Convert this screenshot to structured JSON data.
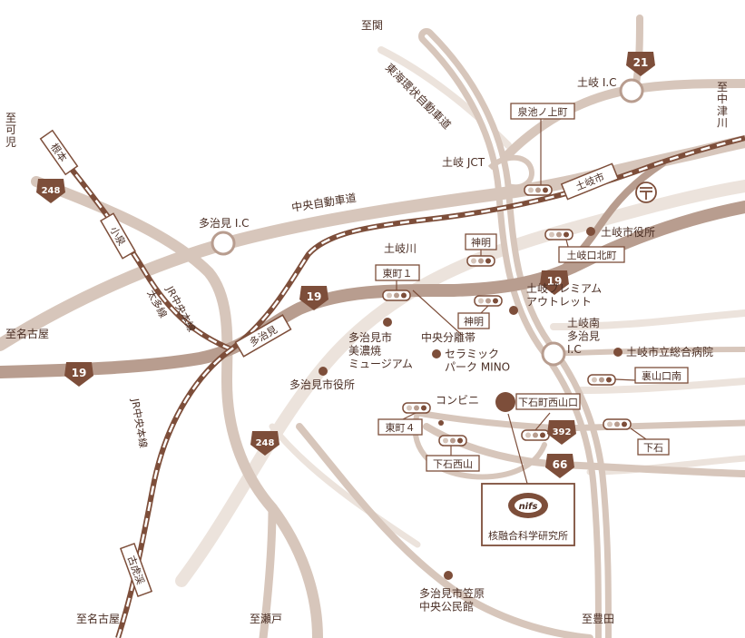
{
  "colors": {
    "background": "#ffffff",
    "road_light": "#ece3dc",
    "road_mid": "#d7c6bb",
    "road_dark": "#b89d8f",
    "rail": "#7d4e3a",
    "rail_bar": "#ffffff",
    "text": "#4a2e24",
    "marker": "#7d4e3a",
    "route_shield": "#7d4e3a"
  },
  "directions": {
    "seki": "至関",
    "kani": "至可児",
    "nagoya_left": "至名古屋",
    "nagoya_bottom": "至名古屋",
    "seto": "至瀬戸",
    "toyota": "至豊田",
    "nakatsugawa": "至中津川"
  },
  "routes": {
    "r21": "21",
    "r248_top": "248",
    "r248_bottom": "248",
    "r19_left": "19",
    "r19_center": "19",
    "r19_right": "19",
    "r392": "392",
    "r66": "66"
  },
  "rail_labels": {
    "taita": "太多線",
    "chuo_upper": "JR中央本線",
    "chuo_lower": "JR中央本線",
    "station_nemoto": "根本",
    "station_kokei": "小泉",
    "station_kokeimae": "古虎渓",
    "station_tajimi": "多治見",
    "station_toki": "土岐市"
  },
  "highways": {
    "tokai_kanjo": "東海環状自動車道",
    "chuo": "中央自動車道",
    "toki_jct": "土岐 JCT",
    "toki_ic": "土岐 I.C",
    "tajimi_ic": "多治見 I.C",
    "toki_minami": "土岐南\n多治見\nI.C"
  },
  "places": {
    "toki_river": "土岐川",
    "toki_city_hall": "土岐市役所",
    "premium_outlet": "土岐プレミアム\nアウトレット",
    "tajimi_museum": "多治見市\n美濃焼\nミュージアム",
    "chuo_bunritai": "中央分離帯",
    "ceramic_park": "セラミック\nパーク MINO",
    "tajimi_city_hall": "多治見市役所",
    "toki_hospital": "土岐市立総合病院",
    "convenience": "コンビニ",
    "kasahara": "多治見市笠原\n中央公民館",
    "nifs": "核融合科学研究所",
    "nifs_logo": "nifs"
  },
  "intersections": {
    "izumi": "泉池ノ上町",
    "jinmei_top": "神明",
    "jinmei_bottom": "神明",
    "higashimachi1": "東町１",
    "higashimachi4": "東町４",
    "tokiguchi": "土岐口北町",
    "shimoishi_nishiyamaguchi": "下石町西山口",
    "shimoishi_nishiyama": "下石西山",
    "urayama": "裏山口南",
    "shimoishi": "下石"
  }
}
